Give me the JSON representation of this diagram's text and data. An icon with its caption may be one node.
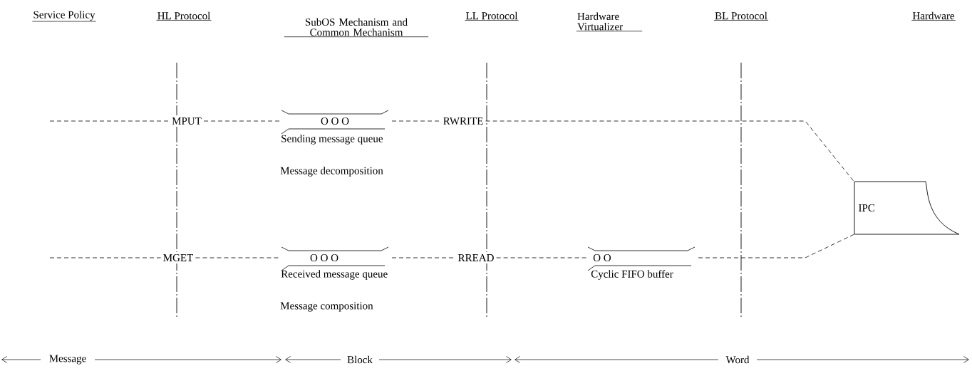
{
  "diagram": {
    "nodes": [
      {
        "text": [
          "MPUT"
        ]
      },
      {
        "text": [
          "O O O"
        ],
        "beside": [
          "Sending message queue"
        ]
      },
      {
        "text": [
          "RWRITE"
        ]
      },
      {
        "text": [
          "IPC"
        ]
      },
      {
        "text": [
          "MGET"
        ]
      },
      {
        "text": [
          "O O O"
        ],
        "beside": [
          "Received message queue"
        ]
      },
      {
        "text": [
          "RREAD"
        ]
      },
      {
        "text": [
          "O O"
        ],
        "beside": [
          "Cyclic FIFO buffer"
        ]
      }
    ],
    "edges": [
      {
        "from": null,
        "to": 0,
        "arrow": "none",
        "style": "dashed"
      },
      {
        "from": 0,
        "to": 1,
        "arrow": "none",
        "style": "dashed"
      },
      {
        "from": 1,
        "to": 2,
        "arrow": "none",
        "style": "dashed"
      },
      {
        "from": 2,
        "to": 3,
        "arrow": "none",
        "style": "dashed"
      },
      {
        "from": null,
        "to": 4,
        "arrow": "none",
        "style": "dashed"
      },
      {
        "from": 4,
        "to": 5,
        "arrow": "none",
        "style": "dashed"
      },
      {
        "from": 5,
        "to": 6,
        "arrow": "none",
        "style": "dashed"
      },
      {
        "from": 6,
        "to": 7,
        "arrow": "none",
        "style": "dashed"
      },
      {
        "from": 7,
        "to": 3,
        "arrow": "none",
        "style": "dashed"
      }
    ],
    "labels": [
      "Service Policy",
      "HL Protocol",
      "SubOS Mechanism and Common Mechanism",
      "LL Protocol",
      "Hardware Virtualizer",
      "BL Protocol",
      "Hardware",
      "Message decomposition",
      "Message composition",
      "Message",
      "Block",
      "Word"
    ]
  }
}
